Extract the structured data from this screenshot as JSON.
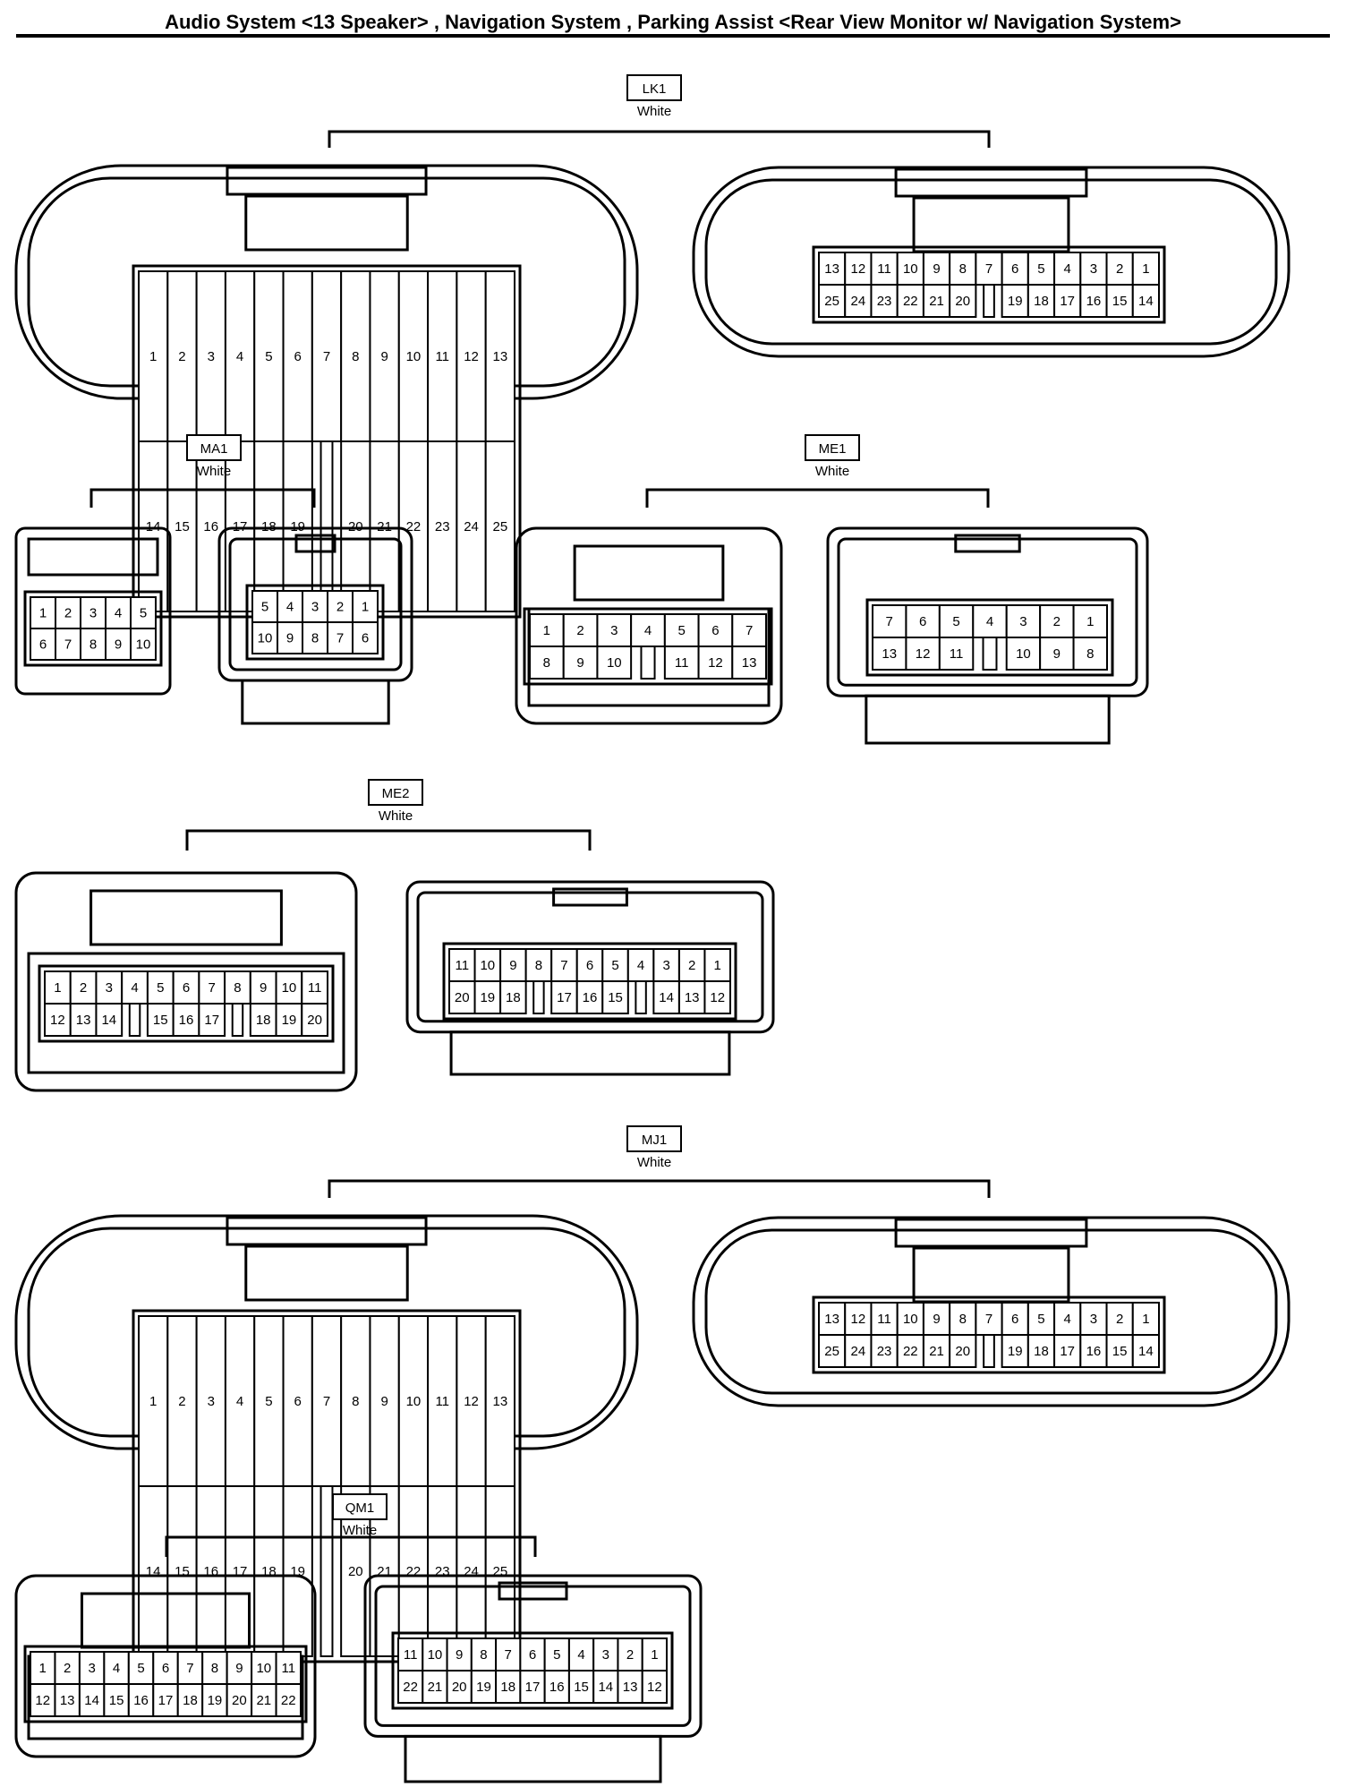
{
  "title": "Audio System <13 Speaker> , Navigation System , Parking Assist <Rear View Monitor w/ Navigation System>",
  "colors": {
    "line": "#000000",
    "background": "#ffffff"
  },
  "connectors": [
    {
      "code": "LK1",
      "color": "White",
      "views": [
        {
          "rows": [
            [
              "1",
              "2",
              "3",
              "4",
              "5",
              "6",
              "7",
              "8",
              "9",
              "10",
              "11",
              "12",
              "13"
            ],
            [
              "14",
              "15",
              "16",
              "17",
              "18",
              "19",
              "",
              "20",
              "21",
              "22",
              "23",
              "24",
              "25"
            ]
          ]
        },
        {
          "rows": [
            [
              "13",
              "12",
              "11",
              "10",
              "9",
              "8",
              "7",
              "6",
              "5",
              "4",
              "3",
              "2",
              "1"
            ],
            [
              "25",
              "24",
              "23",
              "22",
              "21",
              "20",
              "",
              "19",
              "18",
              "17",
              "16",
              "15",
              "14"
            ]
          ]
        }
      ]
    },
    {
      "code": "MA1",
      "color": "White",
      "views": [
        {
          "rows": [
            [
              "1",
              "2",
              "3",
              "4",
              "5"
            ],
            [
              "6",
              "7",
              "8",
              "9",
              "10"
            ]
          ]
        },
        {
          "rows": [
            [
              "5",
              "4",
              "3",
              "2",
              "1"
            ],
            [
              "10",
              "9",
              "8",
              "7",
              "6"
            ]
          ]
        }
      ]
    },
    {
      "code": "ME1",
      "color": "White",
      "views": [
        {
          "rows": [
            [
              "1",
              "2",
              "3",
              "4",
              "5",
              "6",
              "7"
            ],
            [
              "8",
              "9",
              "10",
              "",
              "11",
              "12",
              "13"
            ]
          ]
        },
        {
          "rows": [
            [
              "7",
              "6",
              "5",
              "4",
              "3",
              "2",
              "1"
            ],
            [
              "13",
              "12",
              "11",
              "",
              "10",
              "9",
              "8"
            ]
          ]
        }
      ]
    },
    {
      "code": "ME2",
      "color": "White",
      "views": [
        {
          "rows": [
            [
              "1",
              "2",
              "3",
              "4",
              "5",
              "6",
              "7",
              "8",
              "9",
              "10",
              "11"
            ],
            [
              "12",
              "13",
              "14",
              "",
              "15",
              "16",
              "17",
              "",
              "18",
              "19",
              "20"
            ]
          ]
        },
        {
          "rows": [
            [
              "11",
              "10",
              "9",
              "8",
              "7",
              "6",
              "5",
              "4",
              "3",
              "2",
              "1"
            ],
            [
              "20",
              "19",
              "18",
              "",
              "17",
              "16",
              "15",
              "",
              "14",
              "13",
              "12"
            ]
          ]
        }
      ]
    },
    {
      "code": "MJ1",
      "color": "White",
      "views": [
        {
          "rows": [
            [
              "1",
              "2",
              "3",
              "4",
              "5",
              "6",
              "7",
              "8",
              "9",
              "10",
              "11",
              "12",
              "13"
            ],
            [
              "14",
              "15",
              "16",
              "17",
              "18",
              "19",
              "",
              "20",
              "21",
              "22",
              "23",
              "24",
              "25"
            ]
          ]
        },
        {
          "rows": [
            [
              "13",
              "12",
              "11",
              "10",
              "9",
              "8",
              "7",
              "6",
              "5",
              "4",
              "3",
              "2",
              "1"
            ],
            [
              "25",
              "24",
              "23",
              "22",
              "21",
              "20",
              "",
              "19",
              "18",
              "17",
              "16",
              "15",
              "14"
            ]
          ]
        }
      ]
    },
    {
      "code": "QM1",
      "color": "White",
      "views": [
        {
          "rows": [
            [
              "1",
              "2",
              "3",
              "4",
              "5",
              "6",
              "7",
              "8",
              "9",
              "10",
              "11"
            ],
            [
              "12",
              "13",
              "14",
              "15",
              "16",
              "17",
              "18",
              "19",
              "20",
              "21",
              "22"
            ]
          ]
        },
        {
          "rows": [
            [
              "11",
              "10",
              "9",
              "8",
              "7",
              "6",
              "5",
              "4",
              "3",
              "2",
              "1"
            ],
            [
              "22",
              "21",
              "20",
              "19",
              "18",
              "17",
              "16",
              "15",
              "14",
              "13",
              "12"
            ]
          ]
        }
      ]
    }
  ]
}
